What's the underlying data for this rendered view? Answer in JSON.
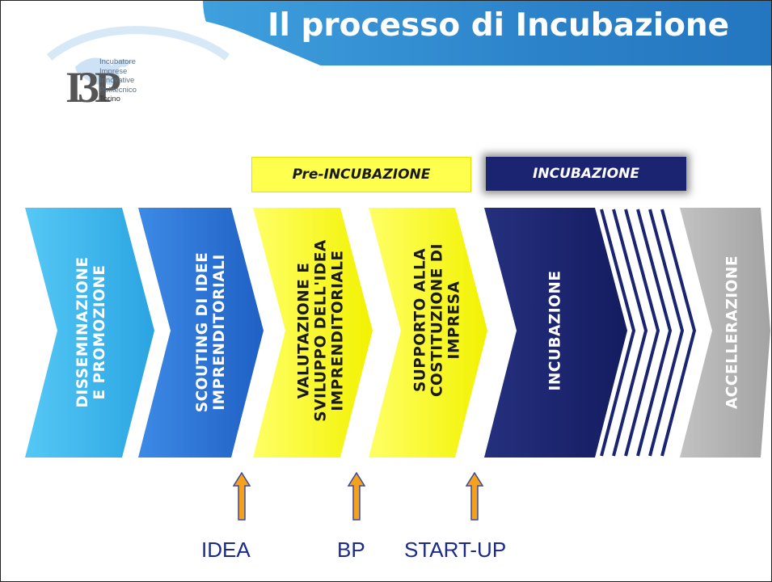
{
  "slide": {
    "title": "Il processo di Incubazione",
    "logo": {
      "mark": "I3P",
      "lines": [
        "Incubatore",
        "Imprese",
        "Innovative",
        "Politecnico",
        "Torino"
      ]
    }
  },
  "phases": {
    "pre_incubazione": "Pre-INCUBAZIONE",
    "incubazione": "INCUBAZIONE"
  },
  "steps": [
    {
      "lines": [
        "DISSEMINAZIONE",
        "E PROMOZIONE"
      ],
      "color": "#35b4ea",
      "text_color": "#ffffff"
    },
    {
      "lines": [
        "SCOUTING DI IDEE",
        "IMPRENDITORIALI"
      ],
      "color": "#2a74d8",
      "text_color": "#ffffff"
    },
    {
      "lines": [
        "VALUTAZIONE E",
        "SVILUPPO DELL'IDEA",
        "IMPRENDITORIALE"
      ],
      "color": "#ffff00",
      "text_color": "#1a1a1a"
    },
    {
      "lines": [
        "SUPPORTO ALLA",
        "COSTITUZIONE DI",
        "IMPRESA"
      ],
      "color": "#ffff00",
      "text_color": "#1a1a1a"
    },
    {
      "lines": [
        "INCUBAZIONE"
      ],
      "color": "#1a2470",
      "text_color": "#ffffff"
    },
    {
      "lines": [
        "ACCELLERAZIONE"
      ],
      "color": "#b3b3b3",
      "text_color": "#ffffff"
    }
  ],
  "milestones": [
    {
      "label": "IDEA"
    },
    {
      "label": "BP"
    },
    {
      "label": "START-UP"
    }
  ],
  "colors": {
    "header_blue": "#2c82c9",
    "arrow_orange": "#f5a11c",
    "milestone_text": "#1b2a8a"
  }
}
